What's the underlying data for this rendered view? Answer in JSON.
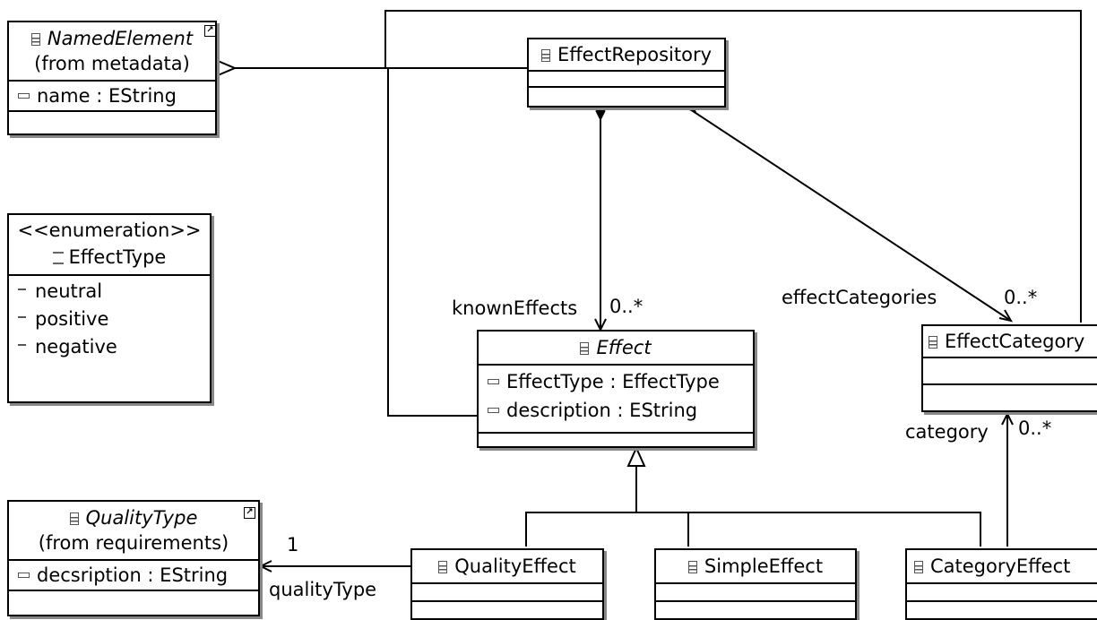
{
  "classes": {
    "named_element": {
      "name": "NamedElement",
      "from": "(from metadata)",
      "attributes": [
        "name : EString"
      ]
    },
    "effect_type": {
      "stereotype": "<<enumeration>>",
      "name": "EffectType",
      "literals": [
        "neutral",
        "positive",
        "negative"
      ]
    },
    "quality_type": {
      "name": "QualityType",
      "from": "(from requirements)",
      "attributes": [
        "decsription : EString"
      ]
    },
    "effect_repository": {
      "name": "EffectRepository"
    },
    "effect": {
      "name": "Effect",
      "attributes": [
        "EffectType : EffectType",
        "description : EString"
      ]
    },
    "effect_category": {
      "name": "EffectCategory"
    },
    "quality_effect": {
      "name": "QualityEffect"
    },
    "simple_effect": {
      "name": "SimpleEffect"
    },
    "category_effect": {
      "name": "CategoryEffect"
    }
  },
  "labels": {
    "known_effects": "knownEffects",
    "known_effects_mult": "0..*",
    "effect_categories": "effectCategories",
    "effect_categories_mult": "0..*",
    "category": "category",
    "category_mult": "0..*",
    "quality_type_mult": "1",
    "quality_type_role": "qualityType"
  }
}
